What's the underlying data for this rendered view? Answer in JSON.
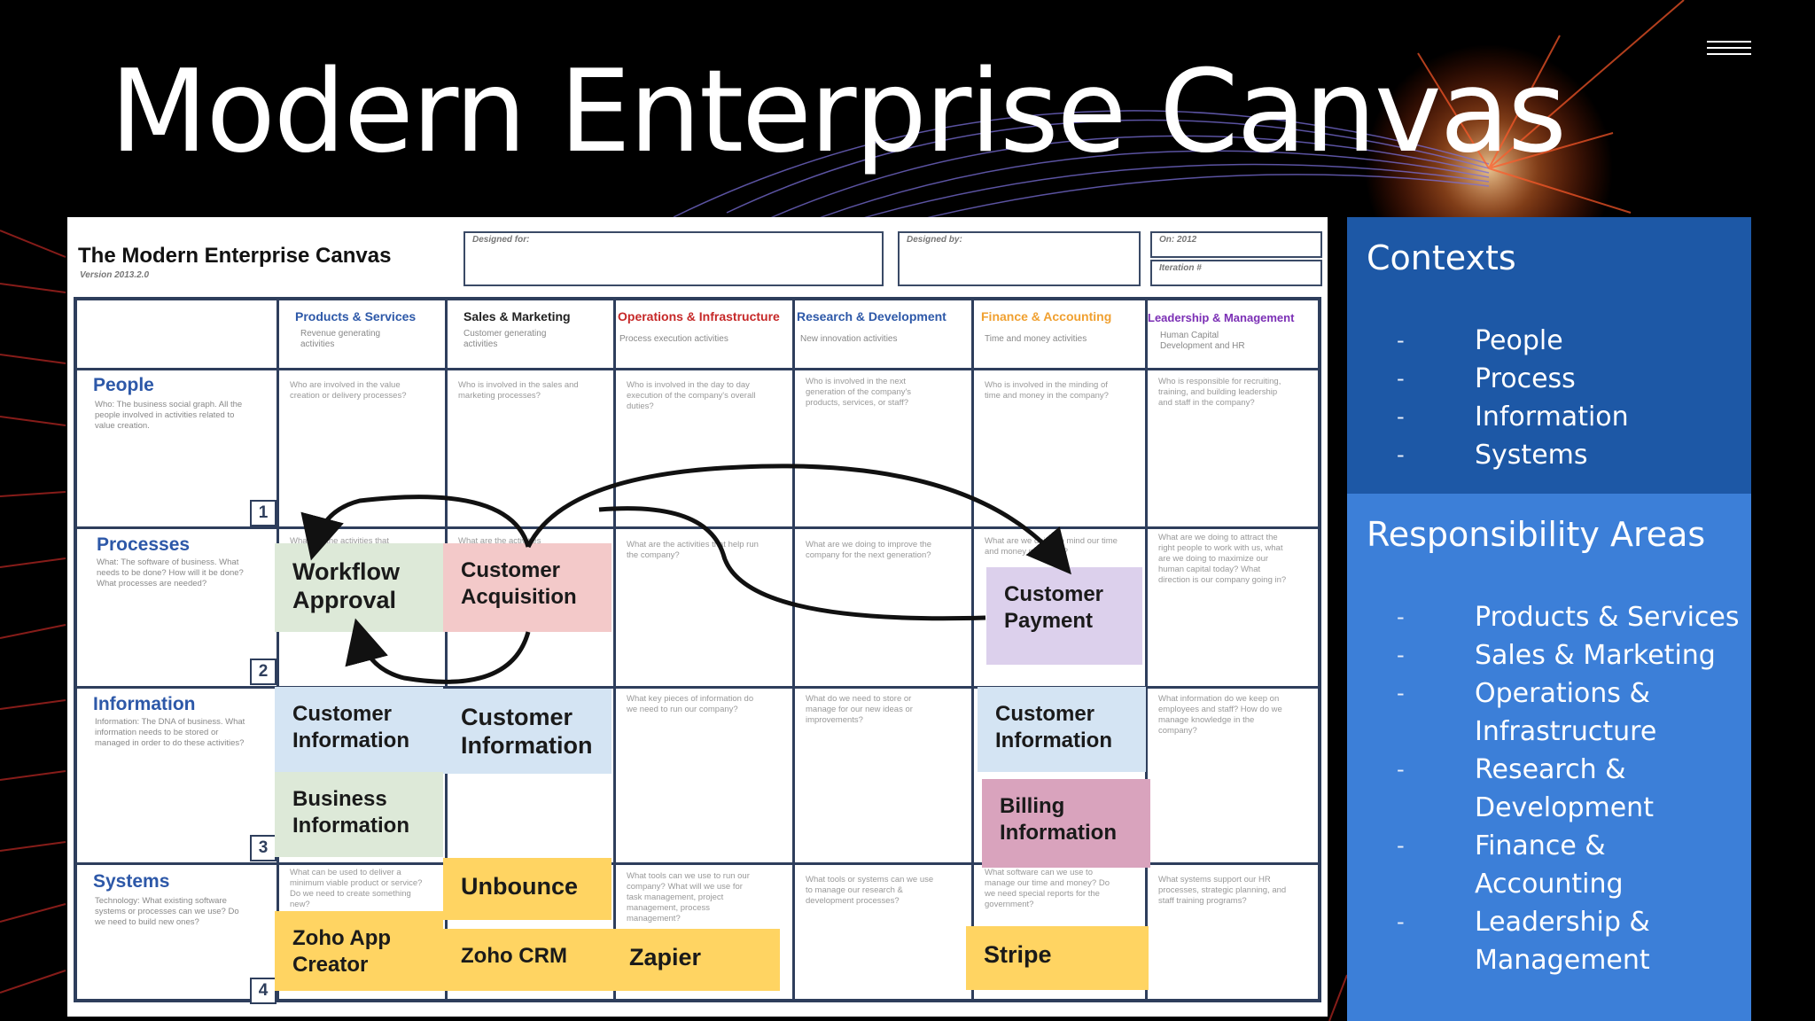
{
  "slide": {
    "title": "Modern Enterprise Canvas"
  },
  "canvas": {
    "title": "The Modern Enterprise Canvas",
    "version": "Version 2013.2.0",
    "designed_for_label": "Designed for:",
    "designed_by_label": "Designed by:",
    "on_label": "On: 2012",
    "iteration_label": "Iteration #",
    "columns": [
      {
        "name": "Products & Services",
        "sub": "Revenue generating activities",
        "color": "#2d58a8"
      },
      {
        "name": "Sales & Marketing",
        "sub": "Customer generating activities",
        "color": "#222222"
      },
      {
        "name": "Operations & Infrastructure",
        "sub": "Process execution activities",
        "color": "#c62828"
      },
      {
        "name": "Research & Development",
        "sub": "New innovation activities",
        "color": "#2d58a8"
      },
      {
        "name": "Finance & Accounting",
        "sub": "Time and money activities",
        "color": "#f0a030"
      },
      {
        "name": "Leadership & Management",
        "sub": "Human Capital Development and HR",
        "color": "#7b2fb5"
      }
    ],
    "rows": [
      {
        "name": "People",
        "number": "1",
        "desc": "Who: The business social graph. All the people involved in activities related to value creation.",
        "questions": [
          "Who are involved in the value creation or delivery processes?",
          "Who is involved in the sales and marketing processes?",
          "Who is involved in the day to day execution of the company's overall duties?",
          "Who is involved in the next generation of the company's products, services, or staff?",
          "Who is involved in the minding of time and money in the company?",
          "Who is responsible for recruiting, training, and building leadership and staff in the company?"
        ]
      },
      {
        "name": "Processes",
        "number": "2",
        "desc": "What: The software of business. What needs to be done? How will it be done? What processes are needed?",
        "questions": [
          "What are the activities that",
          "What are the activities",
          "What are the activities that help run the company?",
          "What are we doing to improve the company for the next generation?",
          "What are we doing to mind our time and money prudently?",
          "What are we doing to attract the right people to work with us, what are we doing to maximize our human capital today? What direction is our company going in?"
        ]
      },
      {
        "name": "Information",
        "number": "3",
        "desc": "Information: The DNA of business. What information needs to be stored or managed in order to do these activities?",
        "questions": [
          "What key pieces of information do we need to run our company?",
          "What do we need to store or manage for our new ideas or improvements?",
          "What information do we keep on employees and staff? How do we manage knowledge in the company?"
        ]
      },
      {
        "name": "Systems",
        "number": "4",
        "desc": "Technology: What existing software systems or processes can we use? Do we need to build new ones?",
        "questions": [
          "What can be used to deliver a minimum viable product or service? Do we need to create something new?",
          "What tools can we use to run our company? What will we use for task management, project management, process management?",
          "What tools or systems can we use to manage our research & development processes?",
          "What software can we use to manage our time and money? Do we need special reports for the government?",
          "What systems support our HR processes, strategic planning, and staff training programs?"
        ]
      }
    ],
    "stickies": {
      "workflow_approval": "Workflow Approval",
      "customer_acquisition": "Customer Acquisition",
      "customer_payment": "Customer Payment",
      "customer_information_a": "Customer Information",
      "customer_information_b": "Customer Information",
      "customer_information_c": "Customer Information",
      "business_information": "Business Information",
      "billing_information": "Billing Information",
      "unbounce": "Unbounce",
      "zoho_app_creator": "Zoho App Creator",
      "zoho_crm": "Zoho CRM",
      "zapier": "Zapier",
      "stripe": "Stripe"
    }
  },
  "contexts": {
    "title": "Contexts",
    "items": [
      "People",
      "Process",
      "Information",
      "Systems"
    ]
  },
  "responsibility_areas": {
    "title": "Responsibility Areas",
    "items": [
      "Products & Services",
      "Sales & Marketing",
      "Operations & Infrastructure",
      "Research & Development",
      "Finance & Accounting",
      "Leadership & Management"
    ]
  },
  "colors": {
    "contexts_panel": "#1d58a6",
    "responsibility_panel": "#3c7fd8",
    "grid": "#2e3e5c"
  }
}
